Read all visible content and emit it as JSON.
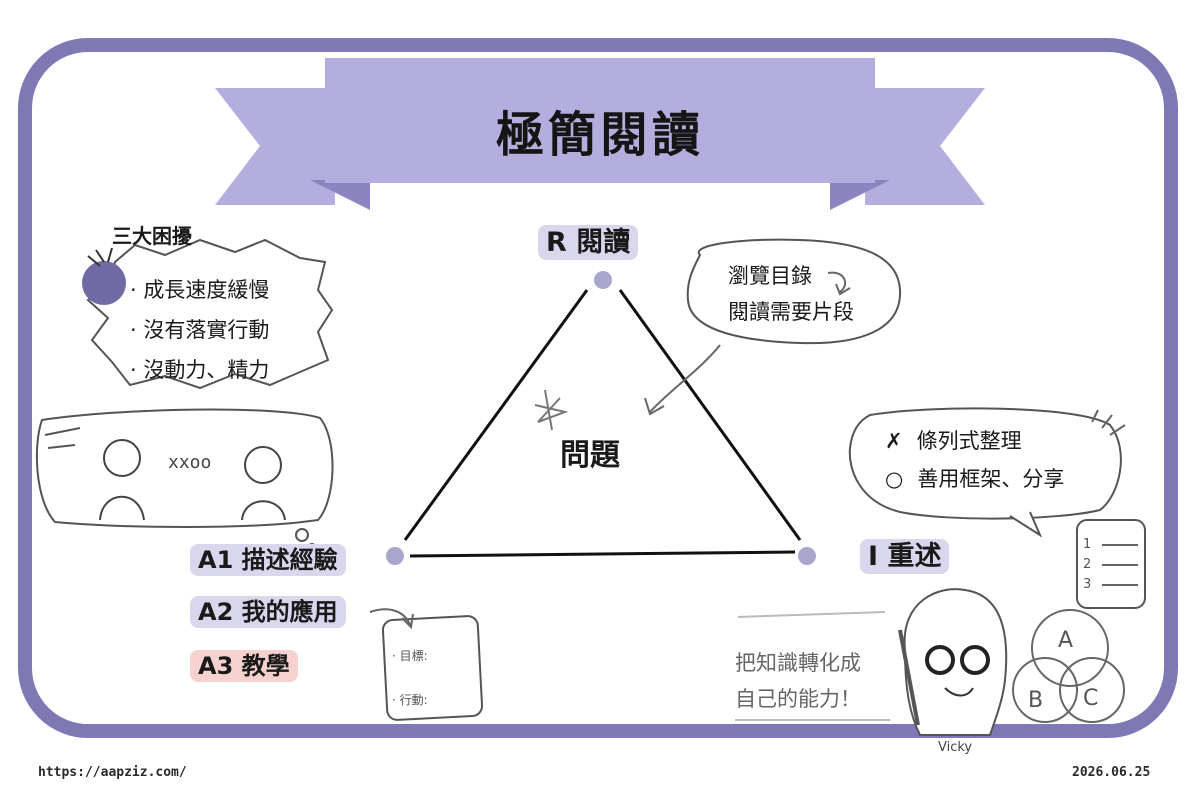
{
  "title": "極簡閱讀",
  "center": "問題",
  "troubles": {
    "heading": "三大困擾",
    "items": [
      "成長速度緩慢",
      "沒有落實行動",
      "沒動力、精力"
    ]
  },
  "nodes": {
    "r": "R 閱讀",
    "i": "I 重述",
    "a1": "A1 描述經驗",
    "a2": "A2 我的應用",
    "a3": "A3 教學"
  },
  "reading_bubble": [
    "瀏覽目錄",
    "閱讀需要片段"
  ],
  "retell_bubble": [
    {
      "mark": "✗",
      "text": "條列式整理"
    },
    {
      "mark": "○",
      "text": "善用框架、分享"
    }
  ],
  "scene_text": "xxoo",
  "note_card": [
    "目標:",
    "行動:"
  ],
  "list_card": [
    "1",
    "2",
    "3"
  ],
  "tagline": [
    "把知識轉化成",
    "自己的能力！"
  ],
  "venn": [
    "A",
    "B",
    "C"
  ],
  "signature": "Vicky",
  "footer": {
    "url": "https://aapziz.com/",
    "date": "2026.06.25"
  },
  "colors": {
    "accent": "#7e78b4",
    "banner": "#b3aedd",
    "highlight": "#d9d7ee",
    "pink": "#f6d2cf"
  }
}
